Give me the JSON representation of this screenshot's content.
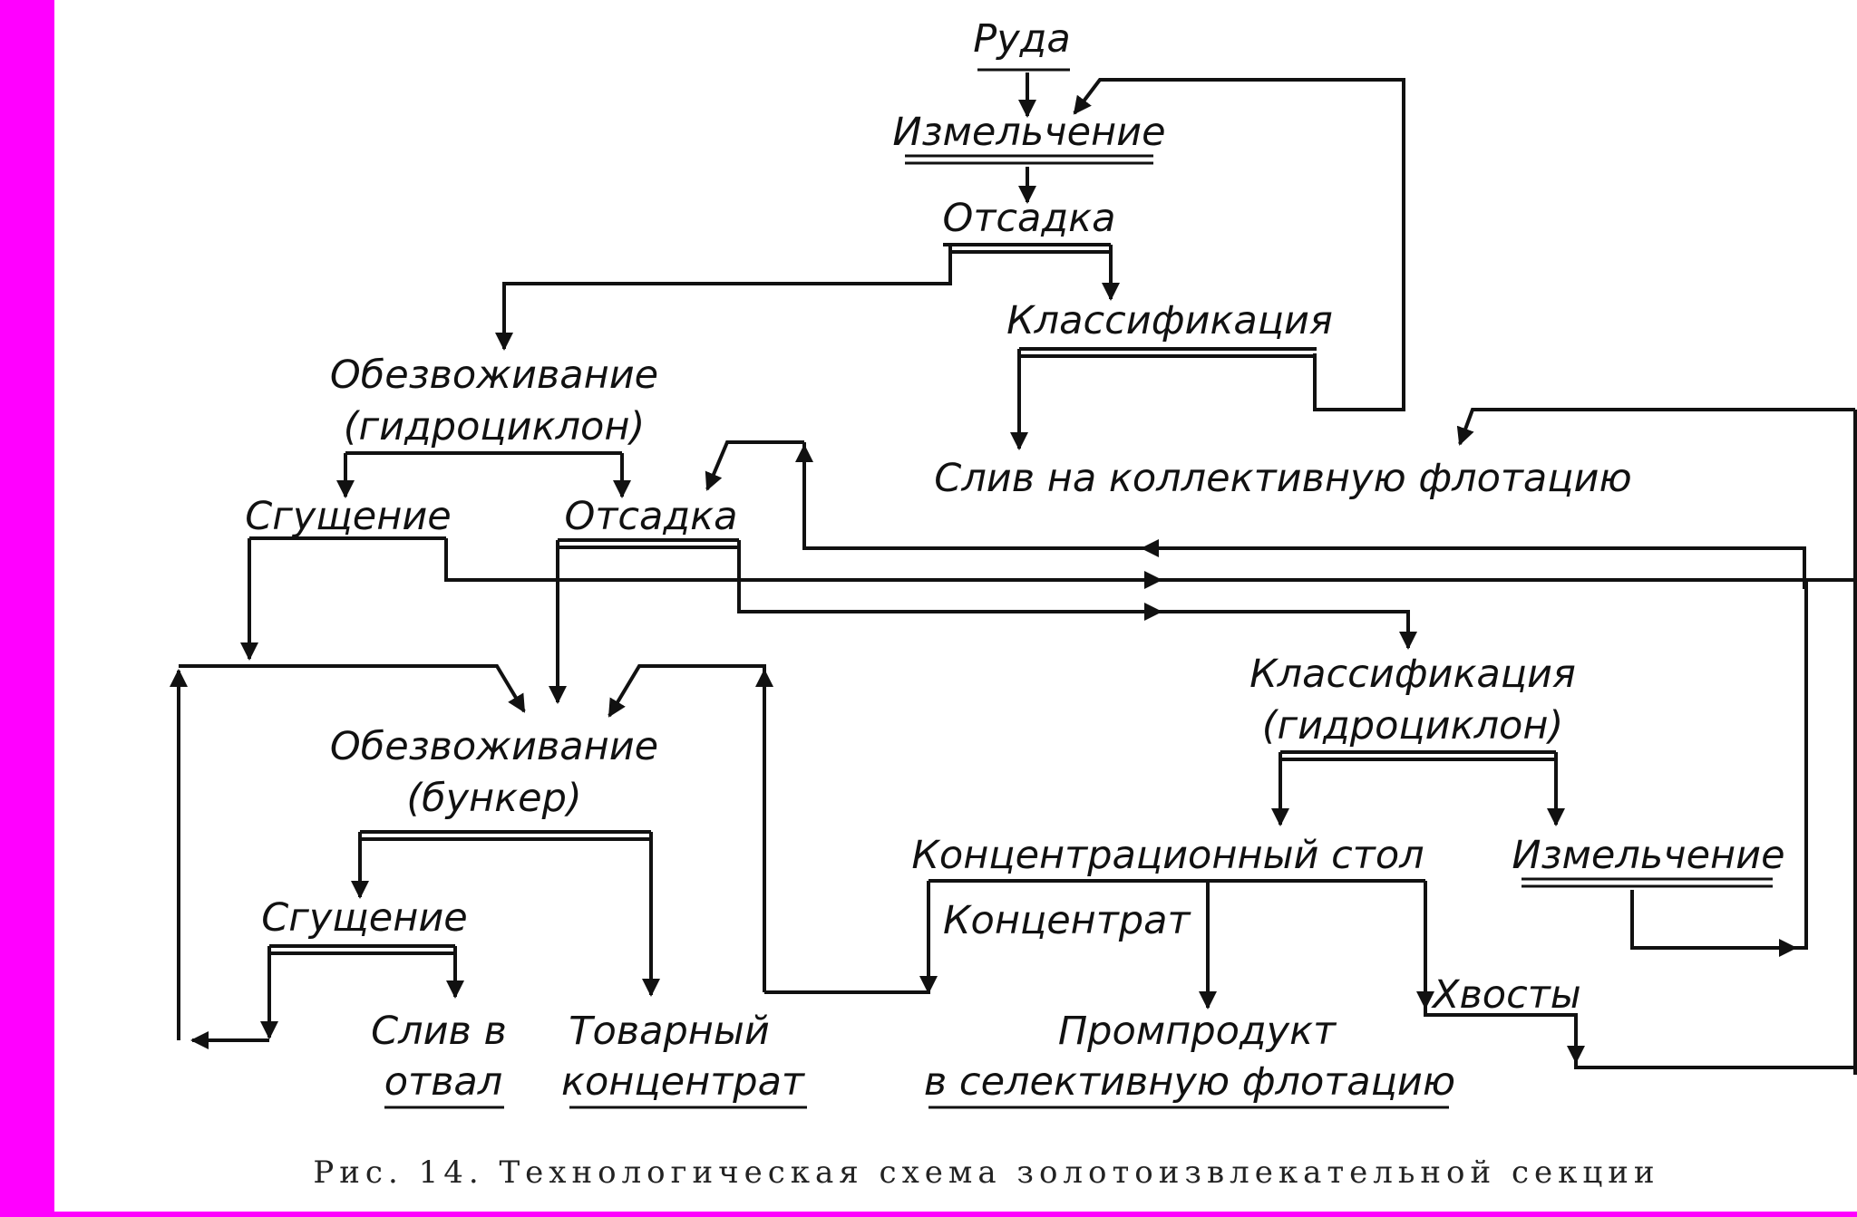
{
  "colors": {
    "left_bar": "#ff00ff",
    "ink": "#111111",
    "background": "#ffffff"
  },
  "labels": {
    "ore": "Руда",
    "grinding_top": "Измельчение",
    "jigging_top": "Отсадка",
    "classification_top": "Классификация",
    "dewatering_hc_line1": "Обезвоживание",
    "dewatering_hc_line2": "(гидроциклон)",
    "overflow_collective": "Слив на коллективную флотацию",
    "thickening_top": "Сгущение",
    "jigging_mid": "Отсадка",
    "classification_hc_line1": "Классификация",
    "classification_hc_line2": "(гидроциклон)",
    "dewatering_bunker_line1": "Обезвоживание",
    "dewatering_bunker_line2": "(бункер)",
    "concentration_table": "Концентрационный стол",
    "grinding_right": "Измельчение",
    "concentrate": "Концентрат",
    "thickening_bottom": "Сгущение",
    "tailings": "Хвосты",
    "middling_line1": "Промпродукт",
    "middling_line2": "в селективную флотацию",
    "overflow_dump_line1": "Слив в",
    "overflow_dump_line2": "отвал",
    "commercial_line1": "Товарный",
    "commercial_line2": "концентрат"
  },
  "caption": "Рис. 14. Технологическая схема золотоизвлекательной секции"
}
